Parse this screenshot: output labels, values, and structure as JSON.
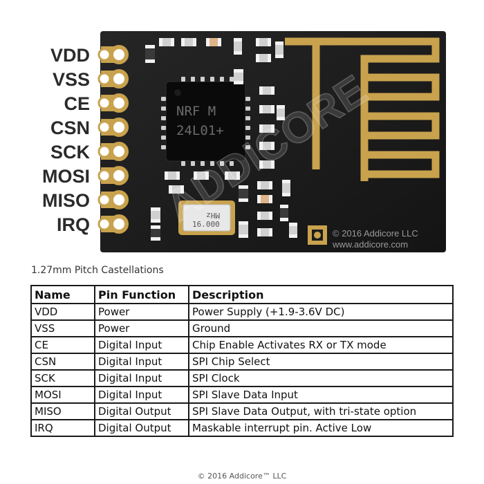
{
  "diagram": {
    "pins": [
      "VDD",
      "VSS",
      "CE",
      "CSN",
      "SCK",
      "MOSI",
      "MISO",
      "IRQ"
    ],
    "chip_marking": [
      "NRF M",
      "24L01+"
    ],
    "crystal_marking": [
      "16.000",
      "MHz"
    ],
    "watermark": "ADDICORE",
    "board_copyright": "© 2016 Addicore LLC",
    "board_url": "www.addicore.com",
    "colors": {
      "board": "#1c1c1c",
      "gold": "#c9a24e",
      "chip": "#0a0a0a"
    }
  },
  "caption": "1.27mm Pitch Castellations",
  "table": {
    "headers": [
      "Name",
      "Pin Function",
      "Description"
    ],
    "rows": [
      [
        "VDD",
        "Power",
        "Power Supply (+1.9-3.6V DC)"
      ],
      [
        "VSS",
        "Power",
        "Ground"
      ],
      [
        "CE",
        "Digital Input",
        "Chip Enable Activates RX or TX mode"
      ],
      [
        "CSN",
        "Digital Input",
        "SPI Chip Select"
      ],
      [
        "SCK",
        "Digital Input",
        "SPI Clock"
      ],
      [
        "MOSI",
        "Digital Input",
        "SPI Slave Data Input"
      ],
      [
        "MISO",
        "Digital Output",
        "SPI Slave Data Output, with tri-state option"
      ],
      [
        "IRQ",
        "Digital Output",
        "Maskable interrupt pin. Active Low"
      ]
    ]
  },
  "footer": "© 2016 Addicore™ LLC"
}
